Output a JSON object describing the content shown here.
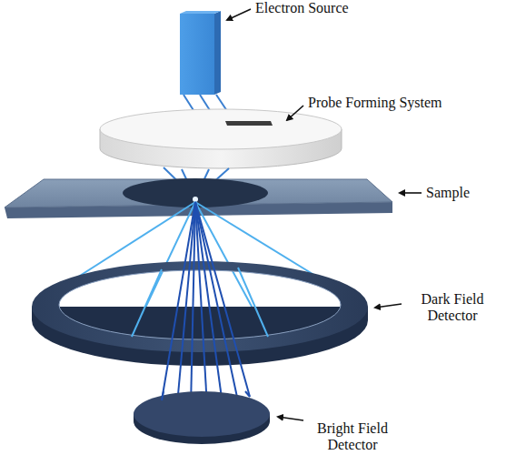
{
  "diagram": {
    "labels": [
      "Electron Source",
      "Probe Forming System",
      "Sample",
      "Dark Field Detector",
      "Bright Field Detector"
    ]
  }
}
